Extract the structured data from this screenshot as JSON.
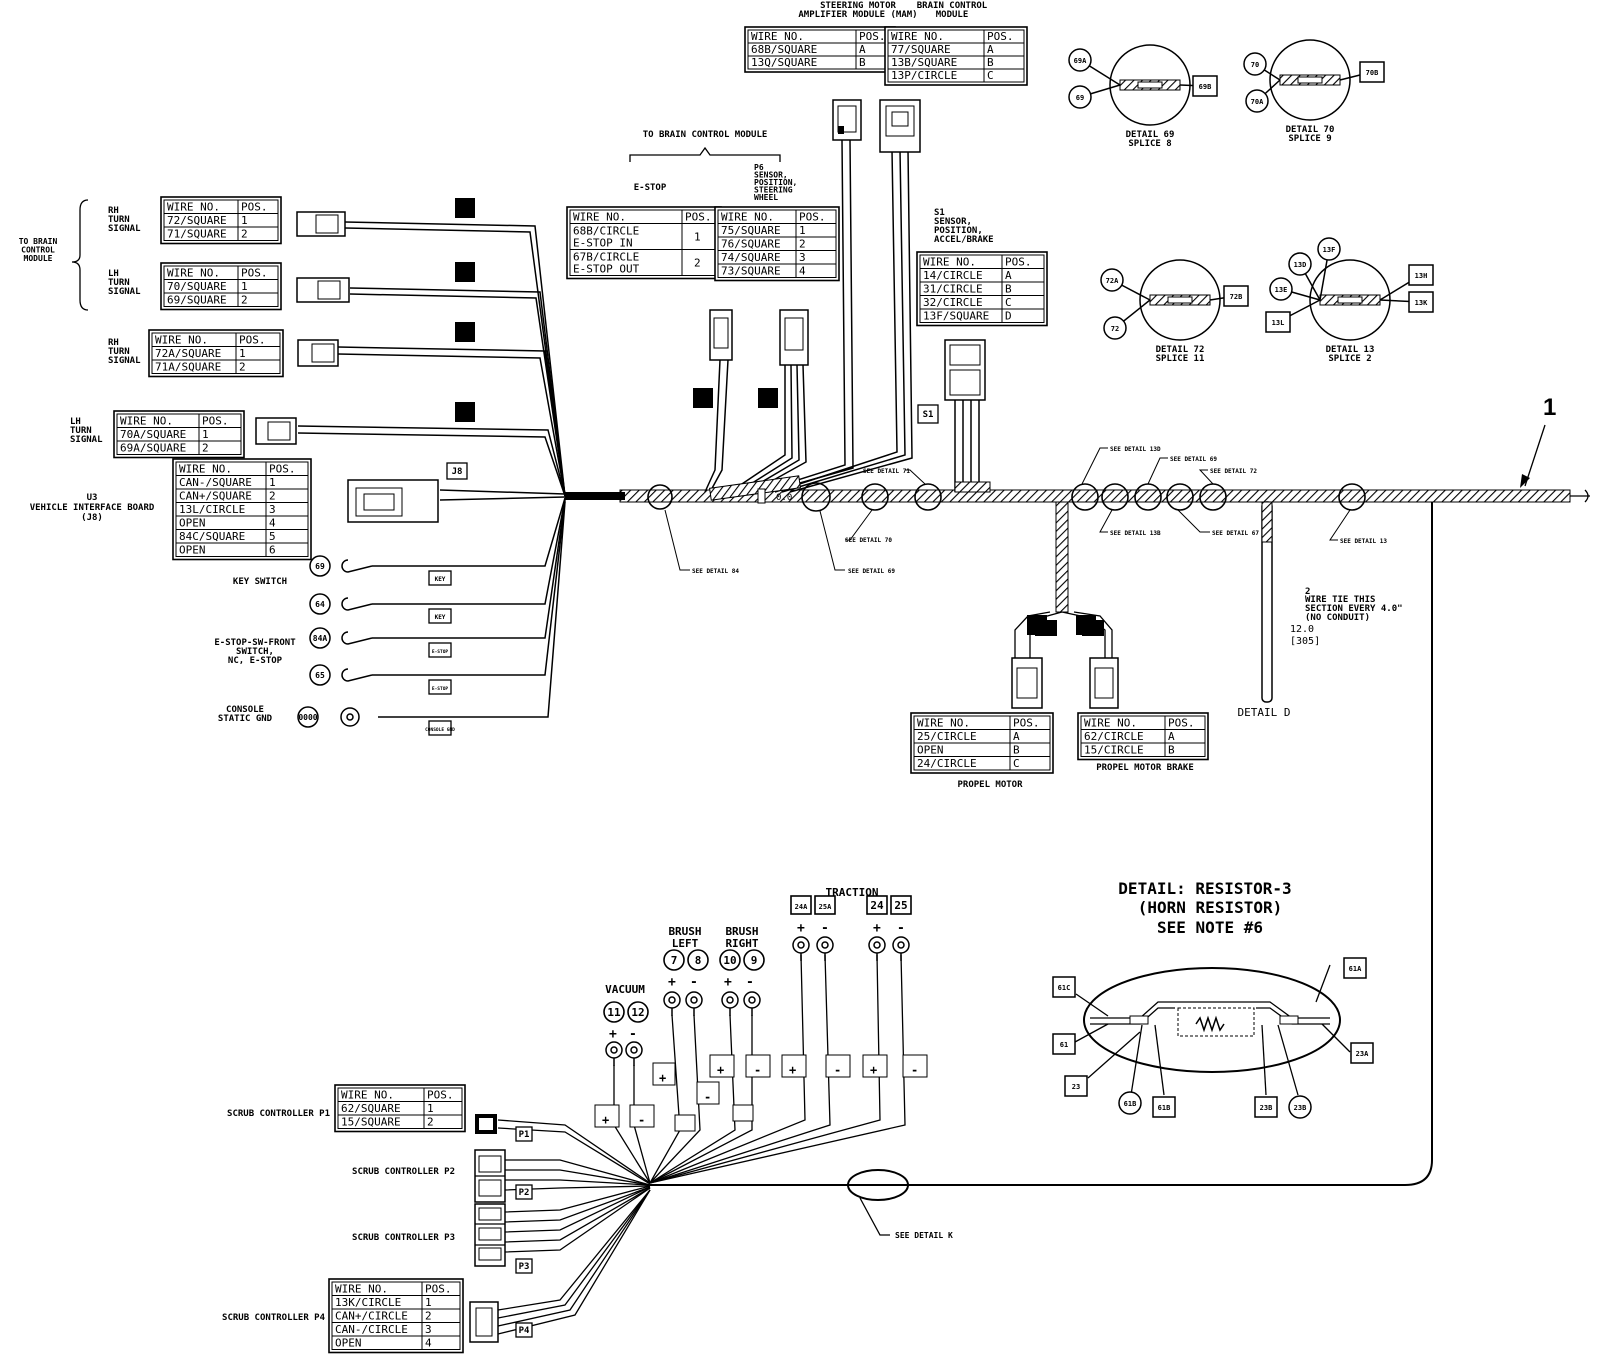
{
  "callout_number": "1",
  "detail_d_label": "DETAIL D",
  "dim_12": "12.0",
  "dim_305": "[305]",
  "dim_00": "0.0",
  "wire_tie_note": "WIRE TIE THIS SECTION EVERY 4.0\" (NO CONDUIT)",
  "wire_tie_num": "2",
  "tables": {
    "steering": {
      "title": "STEERING MOTOR AMPLIFIER MODULE (MAM)",
      "header": [
        "WIRE NO.",
        "POS."
      ],
      "rows": [
        [
          "68B/SQUARE",
          "A"
        ],
        [
          "13Q/SQUARE",
          "B"
        ]
      ]
    },
    "brain": {
      "title": "BRAIN CONTROL MODULE",
      "header": [
        "WIRE NO.",
        "POS."
      ],
      "rows": [
        [
          "77/SQUARE",
          "A"
        ],
        [
          "13B/SQUARE",
          "B"
        ],
        [
          "13P/CIRCLE",
          "C"
        ]
      ]
    },
    "rh_turn": {
      "title": "RH TURN SIGNAL",
      "header": [
        "WIRE NO.",
        "POS."
      ],
      "rows": [
        [
          "72/SQUARE",
          "1"
        ],
        [
          "71/SQUARE",
          "2"
        ]
      ]
    },
    "lh_turn": {
      "title": "LH TURN SIGNAL",
      "header": [
        "WIRE NO.",
        "POS."
      ],
      "rows": [
        [
          "70/SQUARE",
          "1"
        ],
        [
          "69/SQUARE",
          "2"
        ]
      ]
    },
    "rh_turn2": {
      "title": "RH TURN SIGNAL",
      "header": [
        "WIRE NO.",
        "POS."
      ],
      "rows": [
        [
          "72A/SQUARE",
          "1"
        ],
        [
          "71A/SQUARE",
          "2"
        ]
      ]
    },
    "lh_turn2": {
      "title": "LH TURN SIGNAL",
      "header": [
        "WIRE NO.",
        "POS."
      ],
      "rows": [
        [
          "70A/SQUARE",
          "1"
        ],
        [
          "69A/SQUARE",
          "2"
        ]
      ]
    },
    "u3": {
      "title": "U3 VEHICLE INTERFACE BOARD (J8)",
      "header": [
        "WIRE NO.",
        "POS."
      ],
      "rows": [
        [
          "CAN-/SQUARE",
          "1"
        ],
        [
          "CAN+/SQUARE",
          "2"
        ],
        [
          "13L/CIRCLE",
          "3"
        ],
        [
          "OPEN",
          "4"
        ],
        [
          "84C/SQUARE",
          "5"
        ],
        [
          "OPEN",
          "6"
        ]
      ]
    },
    "estop": {
      "title": "E-STOP",
      "header": [
        "WIRE NO.",
        "POS."
      ],
      "rows": [
        [
          "68B/CIRCLE E-STOP IN",
          "1"
        ],
        [
          "67B/CIRCLE E-STOP OUT",
          "2"
        ]
      ]
    },
    "p6": {
      "title": "P6",
      "header": [
        "WIRE NO.",
        "POS."
      ],
      "rows": [
        [
          "75/SQUARE",
          "1"
        ],
        [
          "76/SQUARE",
          "2"
        ],
        [
          "74/SQUARE",
          "3"
        ],
        [
          "73/SQUARE",
          "4"
        ]
      ]
    },
    "s1": {
      "title": "S1 SENSOR, POSITION, ACCEL/BRAKE",
      "header": [
        "WIRE NO.",
        "POS."
      ],
      "rows": [
        [
          "14/CIRCLE",
          "A"
        ],
        [
          "31/CIRCLE",
          "B"
        ],
        [
          "32/CIRCLE",
          "C"
        ],
        [
          "13F/SQUARE",
          "D"
        ]
      ]
    },
    "propel": {
      "title": "PROPEL MOTOR",
      "header": [
        "WIRE NO.",
        "POS."
      ],
      "rows": [
        [
          "25/CIRCLE",
          "A"
        ],
        [
          "OPEN",
          "B"
        ],
        [
          "24/CIRCLE",
          "C"
        ]
      ]
    },
    "propel_brake": {
      "title": "PROPEL MOTOR BRAKE",
      "header": [
        "WIRE NO.",
        "POS."
      ],
      "rows": [
        [
          "62/CIRCLE",
          "A"
        ],
        [
          "15/CIRCLE",
          "B"
        ]
      ]
    },
    "scrub_p1": {
      "title": "SCRUB CONTROLLER P1",
      "header": [
        "WIRE NO.",
        "POS."
      ],
      "rows": [
        [
          "62/SQUARE",
          "1"
        ],
        [
          "15/SQUARE",
          "2"
        ]
      ]
    },
    "scrub_p4": {
      "title": "SCRUB CONTROLLER P4",
      "header": [
        "WIRE NO.",
        "POS."
      ],
      "rows": [
        [
          "13K/CIRCLE",
          "1"
        ],
        [
          "CAN+/CIRCLE",
          "2"
        ],
        [
          "CAN-/CIRCLE",
          "3"
        ],
        [
          "OPEN",
          "4"
        ]
      ]
    }
  },
  "labels": {
    "to_brain_left": "TO BRAIN CONTROL MODULE",
    "to_brain_top": "TO BRAIN CONTROL MODULE",
    "p6_caption": "P6 SENSOR, POSITION, STEERING WHEEL",
    "key_switch": "KEY SWITCH",
    "estop_sw": "E-STOP-SW-FRONT SWITCH, NC, E-STOP",
    "console": "CONSOLE STATIC GND",
    "scrub_p2": "SCRUB CONTROLLER P2",
    "scrub_p3": "SCRUB CONTROLLER P3",
    "see_detail_k": "SEE DETAIL K",
    "vacuum": "VACUUM",
    "brush_left": "BRUSH LEFT",
    "brush_right": "BRUSH RIGHT",
    "traction": "TRACTION",
    "resistor_title1": "DETAIL: RESISTOR-3",
    "resistor_title2": "(HORN RESISTOR)",
    "resistor_title3": "SEE NOTE #6"
  },
  "details": [
    {
      "name": "DETAIL 69",
      "sub": "SPLICE 8",
      "a": "69A",
      "b": "69",
      "c": "69B"
    },
    {
      "name": "DETAIL 70",
      "sub": "SPLICE 9",
      "a": "70",
      "b": "70A",
      "c": "70B"
    },
    {
      "name": "DETAIL 72",
      "sub": "SPLICE 11",
      "a": "72A",
      "b": "72",
      "c": "72B"
    },
    {
      "name": "DETAIL 13",
      "sub": "SPLICE 2",
      "a": "13F",
      "b": "13D",
      "c": "13H"
    }
  ],
  "detail13_extra": [
    "13E",
    "13L",
    "13K"
  ],
  "see_details": [
    "SEE DETAIL 84",
    "SEE DETAIL 69",
    "SEE DETAIL 70",
    "SEE DETAIL 71",
    "SEE DETAIL 13D",
    "SEE DETAIL 13B",
    "SEE DETAIL 69",
    "SEE DETAIL 67",
    "SEE DETAIL 72",
    "SEE DETAIL 13"
  ],
  "circles": [
    "69",
    "64",
    "84A",
    "65",
    "0000"
  ],
  "tags": [
    "KEY",
    "KEY",
    "E-STOP",
    "E-STOP",
    "CONSOLE GND",
    "J8",
    "S1",
    "P1",
    "P2",
    "P3",
    "P4"
  ],
  "terminals": [
    "11",
    "12",
    "7",
    "8",
    "10",
    "9",
    "24A",
    "25A",
    "24",
    "25"
  ],
  "resistor_labels": [
    "61C",
    "61A",
    "61",
    "23",
    "61B",
    "61B",
    "23B",
    "23B",
    "23A"
  ]
}
